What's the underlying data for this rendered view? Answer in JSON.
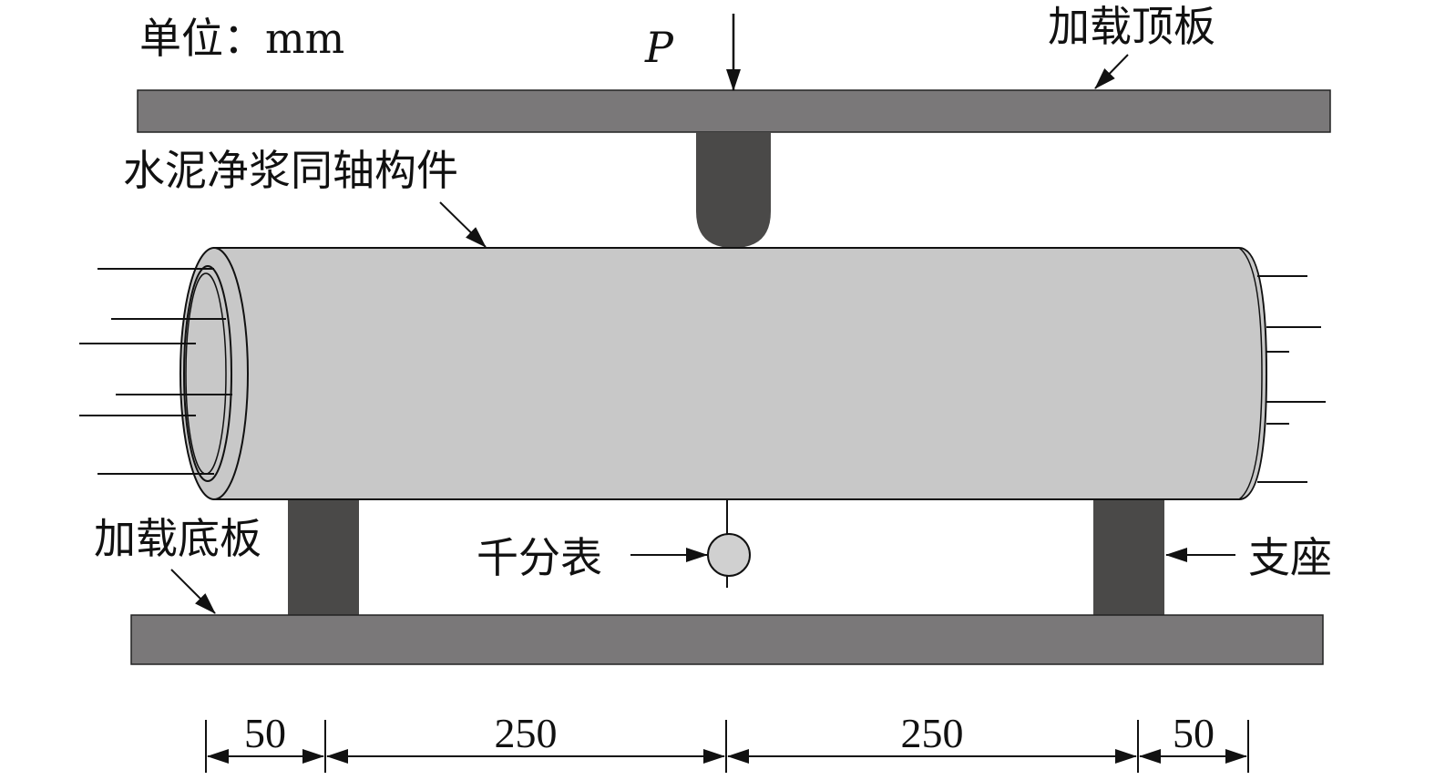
{
  "labels": {
    "unit": "单位：mm",
    "load": "P",
    "top_plate": "加载顶板",
    "specimen": "水泥净浆同轴构件",
    "bottom_plate": "加载底板",
    "dial_gauge": "千分表",
    "support": "支座"
  },
  "dimensions": [
    "50",
    "250",
    "250",
    "50"
  ],
  "colors": {
    "plate": "#7a7879",
    "support": "#4a4948",
    "specimen": "#c8c8c8",
    "gauge": "#d0d0d0"
  }
}
